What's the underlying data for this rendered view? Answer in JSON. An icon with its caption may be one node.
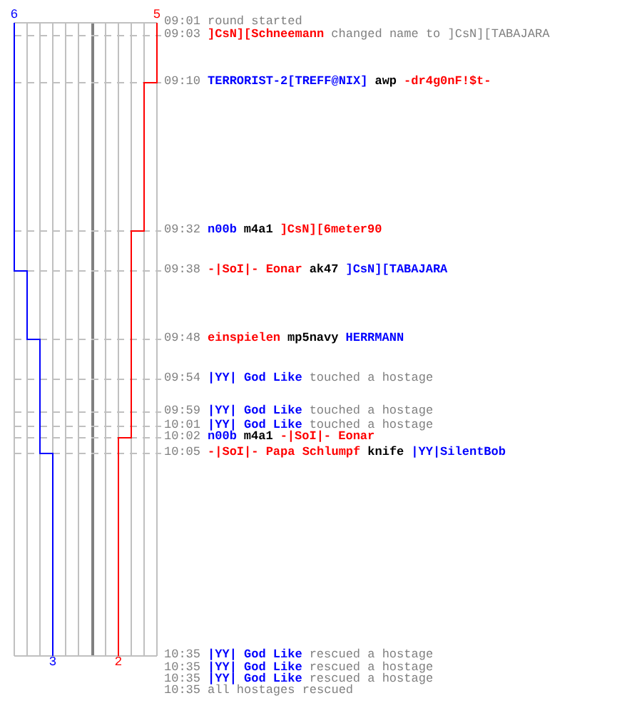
{
  "diagram": {
    "labels": [
      "6",
      "5",
      "09:01",
      "round started",
      "09:03",
      "]CsN][Schneemann",
      "changed name to ]CsN][TABAJARA",
      "09:10",
      "TERRORIST-2[TREFF@NIX]",
      "awp",
      "-dr4g0nF!$t-",
      "09:32",
      "n00b",
      "m4a1",
      "]CsN][6meter90",
      "09:38",
      "-|SoI|- Eonar",
      "ak47",
      "]CsN][TABAJARA",
      "09:48",
      "einspielen",
      "mp5navy",
      "HERRMANN",
      "09:54",
      "|YY| God Like",
      "touched a hostage",
      "09:59",
      "|YY| God Like",
      "touched a hostage",
      "10:01",
      "|YY| God Like",
      "touched a hostage",
      "10:02",
      "n00b",
      "m4a1",
      "-|SoI|- Eonar",
      "10:05",
      "-|SoI|- Papa Schlumpf",
      "knife",
      "|YY|SilentBob",
      "10:35",
      "|YY| God Like",
      "rescued a hostage",
      "10:35",
      "|YY| God Like",
      "rescued a hostage",
      "10:35",
      "|YY| God Like",
      "rescued a hostage",
      "10:35",
      "all hostages rescued",
      "3",
      "2"
    ]
  }
}
